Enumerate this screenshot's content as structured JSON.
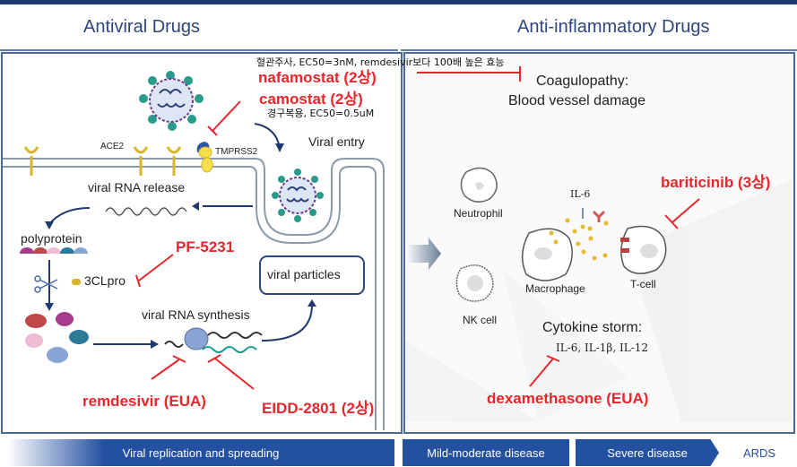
{
  "headers": {
    "left_title": "Antiviral Drugs",
    "right_title": "Anti-inflammatory Drugs"
  },
  "notes": {
    "nafamostat_note": "혈관주사, EC50=3nM, remdesivir보다 100배 높은 효능",
    "camostat_note": "경구복용, EC50=0.5uM"
  },
  "drugs": {
    "nafamostat": "nafamostat (2상)",
    "camostat": "camostat (2상)",
    "pf5231": "PF-5231",
    "remdesivir": "remdesivir (EUA)",
    "eidd2801": "EIDD-2801 (2상)",
    "bariticinib": "bariticinib (3상)",
    "dexamethasone": "dexamethasone (EUA)"
  },
  "antiviral": {
    "ace2": "ACE2",
    "tmprss2": "TMPRSS2",
    "viral_entry": "Viral entry",
    "viral_rna_release": "viral RNA release",
    "polyprotein": "polyprotein",
    "clpro": "3CLpro",
    "viral_particles": "viral particles",
    "viral_rna_synthesis": "viral RNA synthesis"
  },
  "inflammatory": {
    "coagulopathy_line1": "Coagulopathy:",
    "coagulopathy_line2": "Blood vessel damage",
    "il6": "IL-6",
    "neutrophil": "Neutrophil",
    "macrophage": "Macrophage",
    "tcell": "T-cell",
    "nk_cell": "NK cell",
    "cytokine_storm": "Cytokine storm:",
    "cytokines": "IL-6, IL-1β, IL-12"
  },
  "stages": [
    {
      "label": "Viral replication and spreading"
    },
    {
      "label": "Mild-moderate disease"
    },
    {
      "label": "Severe disease"
    },
    {
      "label": "ARDS"
    }
  ],
  "colors": {
    "drug_red": "#e8262b",
    "stage_blue": "#2450a0",
    "title_blue": "#2c4680"
  }
}
